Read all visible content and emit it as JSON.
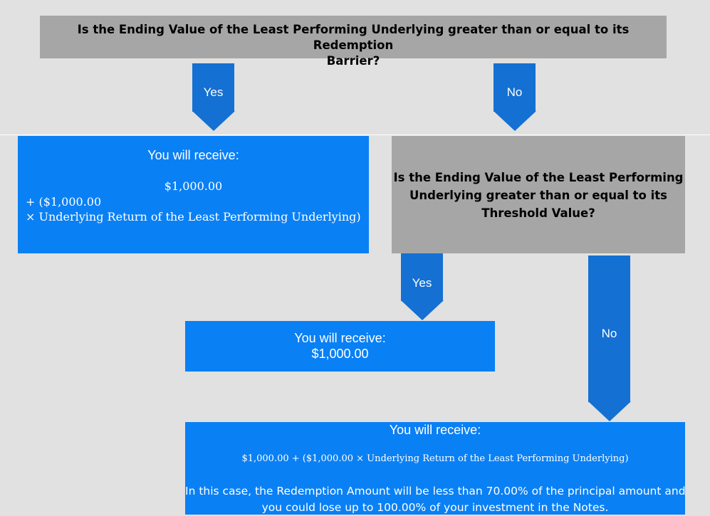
{
  "top_question": {
    "line1": "Is the Ending Value of the Least Performing Underlying greater than or equal to its Redemption",
    "line2": "Barrier?"
  },
  "arrows": {
    "yes_top": "Yes",
    "no_top": "No",
    "yes_mid": "Yes",
    "no_mid": "No"
  },
  "box_left": {
    "heading": "You will receive:",
    "amount": "$1,000.00",
    "formula_line1": "+ ($1,000.00",
    "formula_line2": "× Underlying Return of the Least Performing Underlying)"
  },
  "second_question": {
    "line1": "Is the Ending Value of the Least Performing",
    "line2": "Underlying greater than or equal to its",
    "line3": "Threshold Value?"
  },
  "box_middle": {
    "heading": "You will receive:",
    "amount": "$1,000.00"
  },
  "box_bottom": {
    "heading": "You will receive:",
    "formula": "$1,000.00 + ($1,000.00 × Underlying Return of the Least Performing Underlying)",
    "note_line1": "In this case, the Redemption Amount will be less than 70.00% of the principal amount and",
    "note_line2": "you could lose up to 100.00% of your investment in the Notes."
  },
  "colors": {
    "background": "#e1e1e1",
    "question_box": "#a6a6a6",
    "outcome_box": "#0a80f5",
    "arrow": "#1470d2"
  }
}
